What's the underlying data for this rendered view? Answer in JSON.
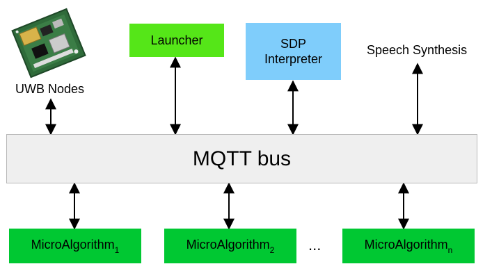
{
  "uwb": {
    "label": "UWB Nodes",
    "icon": "circuit-board-icon"
  },
  "launcher": {
    "label": "Launcher",
    "color": "#55e618"
  },
  "sdp": {
    "line1": "SDP",
    "line2": "Interpreter",
    "color": "#7fcdfb"
  },
  "speech": {
    "label": "Speech Synthesis"
  },
  "bus": {
    "label": "MQTT bus",
    "color": "#efefef"
  },
  "algorithms": {
    "color": "#00c832",
    "items": [
      {
        "base": "MicroAlgorithm",
        "sub": "1"
      },
      {
        "base": "MicroAlgorithm",
        "sub": "2"
      },
      {
        "base": "MicroAlgorithm",
        "sub": "n"
      }
    ],
    "ellipsis": "..."
  }
}
